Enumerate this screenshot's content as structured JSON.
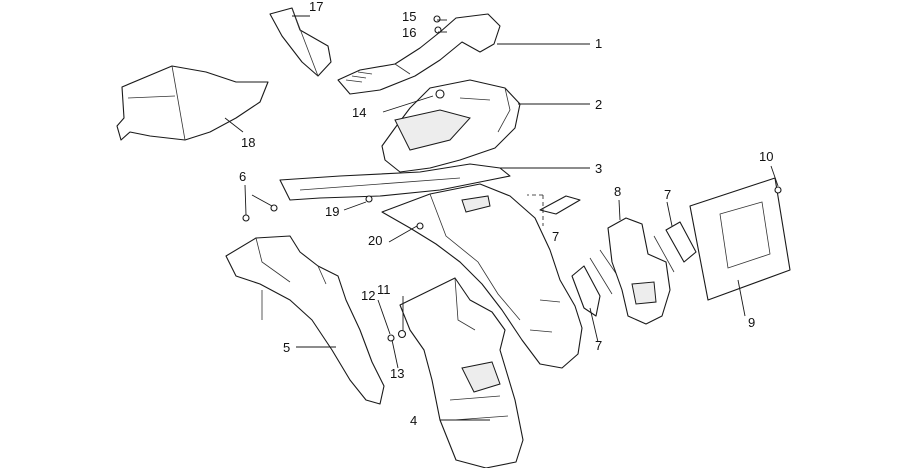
{
  "callouts": {
    "c1": "1",
    "c2": "2",
    "c3": "3",
    "c4": "4",
    "c5": "5",
    "c6": "6",
    "c7a": "7",
    "c7b": "7",
    "c7c": "7",
    "c8": "8",
    "c9": "9",
    "c10": "10",
    "c11": "11",
    "c12": "12",
    "c13": "13",
    "c14": "14",
    "c15": "15",
    "c16": "16",
    "c17": "17",
    "c18": "18",
    "c19": "19",
    "c20": "20"
  }
}
